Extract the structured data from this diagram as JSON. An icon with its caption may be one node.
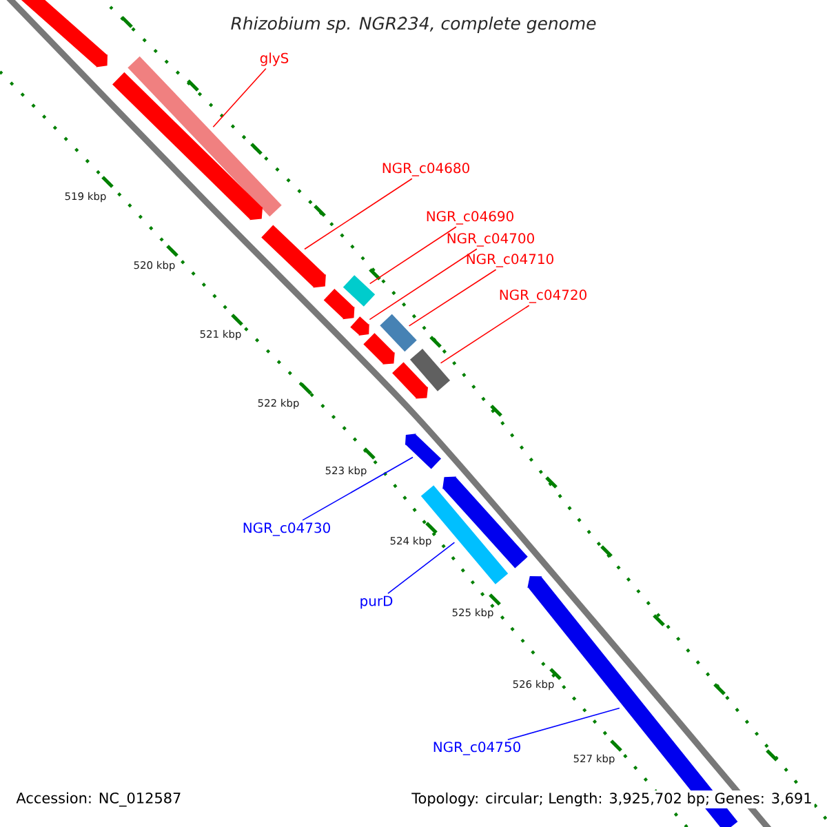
{
  "diagram": {
    "title": "Rhizobium sp. NGR234, complete genome",
    "nodes": [
      {
        "text": [
          "glyS"
        ]
      },
      {
        "text": [
          "NGR_c04680"
        ]
      },
      {
        "text": [
          "NGR_c04690"
        ]
      },
      {
        "text": [
          "NGR_c04700"
        ]
      },
      {
        "text": [
          "NGR_c04710"
        ]
      },
      {
        "text": [
          "NGR_c04720"
        ]
      },
      {
        "text": [
          "NGR_c04730"
        ]
      },
      {
        "text": [
          "purD"
        ]
      },
      {
        "text": [
          "NGR_c04750"
        ]
      },
      {
        "text": [],
        "shape": "bar"
      },
      {
        "text": [],
        "shape": "bar"
      },
      {
        "text": [],
        "shape": "bar"
      },
      {
        "text": [],
        "shape": "bar"
      },
      {
        "text": [],
        "shape": "bar"
      },
      {
        "text": [],
        "shape": "bar"
      },
      {
        "text": [],
        "shape": "bar"
      },
      {
        "text": [],
        "shape": "bar"
      },
      {
        "text": [],
        "shape": "bar"
      },
      {
        "text": [],
        "shape": "bar"
      },
      {
        "text": [],
        "shape": "bar"
      },
      {
        "text": [],
        "shape": "bar"
      },
      {
        "text": [],
        "shape": "bar"
      },
      {
        "text": [],
        "shape": "bar"
      },
      {
        "text": [],
        "shape": "bar"
      }
    ],
    "edges": [
      {
        "from": 0,
        "to": 10,
        "arrow": "none"
      },
      {
        "from": 1,
        "to": 12,
        "arrow": "none"
      },
      {
        "from": 2,
        "to": 13,
        "arrow": "none"
      },
      {
        "from": 3,
        "to": 15,
        "arrow": "none"
      },
      {
        "from": 4,
        "to": 16,
        "arrow": "none"
      },
      {
        "from": 5,
        "to": 18,
        "arrow": "none"
      },
      {
        "from": 6,
        "to": 20,
        "arrow": "none",
        "color": "#0000ff"
      },
      {
        "from": 7,
        "to": 21,
        "arrow": "none",
        "color": "#0000ff"
      },
      {
        "from": 8,
        "to": 23,
        "arrow": "none",
        "color": "#0000ff"
      }
    ],
    "labels": [
      "519 kbp",
      "520 kbp",
      "521 kbp",
      "522 kbp",
      "523 kbp",
      "524 kbp",
      "525 kbp",
      "526 kbp",
      "527 kbp",
      "Accession: NC_012587",
      "Topology: circular; Length: 3,925,702 bp; Genes: 3,691"
    ]
  }
}
